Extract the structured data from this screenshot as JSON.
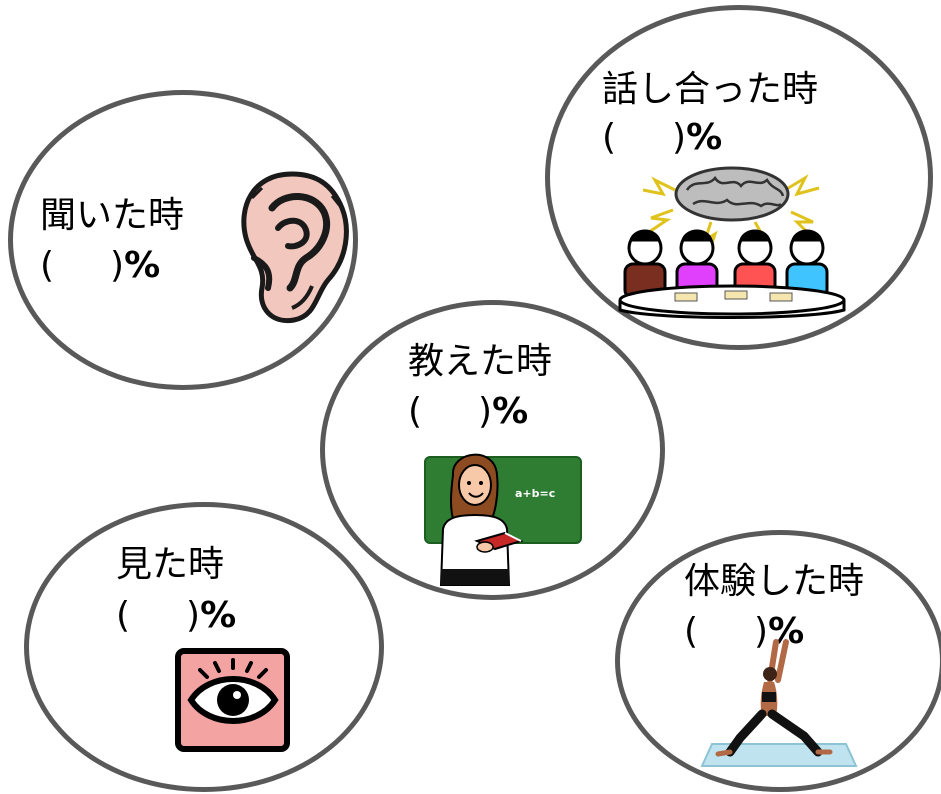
{
  "bubbles": {
    "hear": {
      "title": "聞いた時",
      "open": "(",
      "close": ")",
      "symbol": "%"
    },
    "discuss": {
      "title": "話し合った時",
      "open": "(",
      "close": ")",
      "symbol": "%"
    },
    "teach": {
      "title": "教えた時",
      "open": "(",
      "close": ")",
      "symbol": "%"
    },
    "see": {
      "title": "見た時",
      "open": "(",
      "close": ")",
      "symbol": "%"
    },
    "experience": {
      "title": "体験した時",
      "open": "(",
      "close": ")",
      "symbol": "%"
    }
  },
  "blackboard_text": "a+b=c",
  "colors": {
    "circle_border": "#595959",
    "blackboard": "#2e7d32",
    "eye_box": "#f4a3a3",
    "ear": "#f2c7bd",
    "mat": "#bfe3ef"
  }
}
